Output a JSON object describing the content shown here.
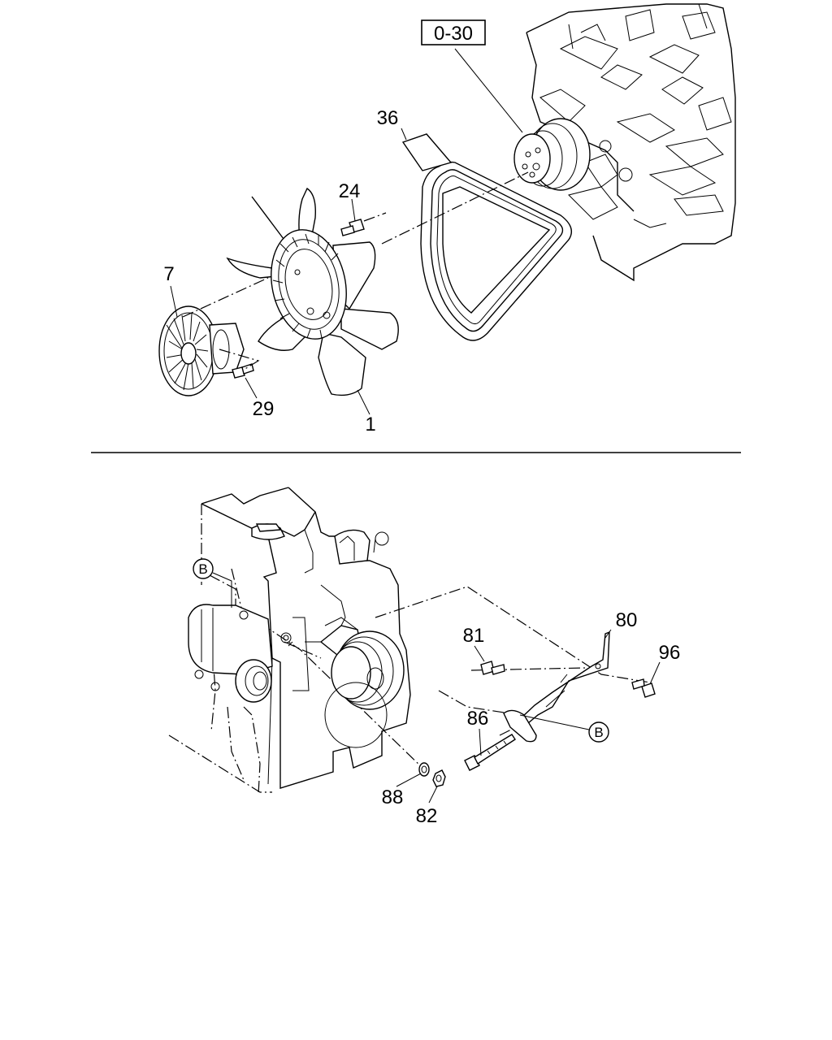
{
  "ref_box": "0-30",
  "upper_labels": {
    "belt": "36",
    "bolt_top": "24",
    "clutch": "7",
    "bolt_clutch": "29",
    "fan": "1"
  },
  "lower_labels": {
    "bracket": "80",
    "bolt_81": "81",
    "bolt_96": "96",
    "bolt_86": "86",
    "washer": "88",
    "nut": "82"
  },
  "callout_letter": "B"
}
